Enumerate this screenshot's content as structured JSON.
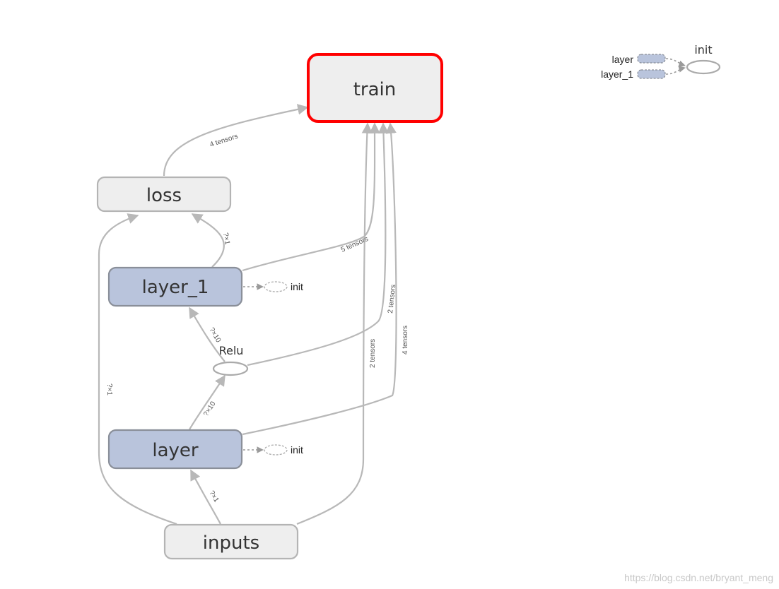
{
  "nodes": {
    "train": "train",
    "loss": "loss",
    "layer_1": "layer_1",
    "relu": "Relu",
    "layer": "layer",
    "inputs": "inputs"
  },
  "init_labels": {
    "layer_1_init": "init",
    "layer_init": "init"
  },
  "edge_labels": {
    "loss_to_train": "4 tensors",
    "layer_1_to_loss": "?×1",
    "layer_1_to_train": "5 tensors",
    "relu_to_layer_1": "?×10",
    "relu_to_train": "2 tensors",
    "inputs_to_train": "2 tensors",
    "layer_to_train": "4 tensors",
    "layer_to_relu": "?×10",
    "inputs_to_loss": "?×1",
    "inputs_to_layer": "?×1"
  },
  "legend": {
    "item_layer": "layer",
    "item_layer_1": "layer_1",
    "target": "init"
  },
  "watermark": "https://blog.csdn.net/bryant_meng",
  "colors": {
    "node_fill": "#eeeeee",
    "node_stroke": "#b4b4b4",
    "group_fill": "#b9c4dc",
    "group_stroke": "#8a8f99",
    "selected_stroke": "#ff0000",
    "edge": "#b8b8b8"
  }
}
